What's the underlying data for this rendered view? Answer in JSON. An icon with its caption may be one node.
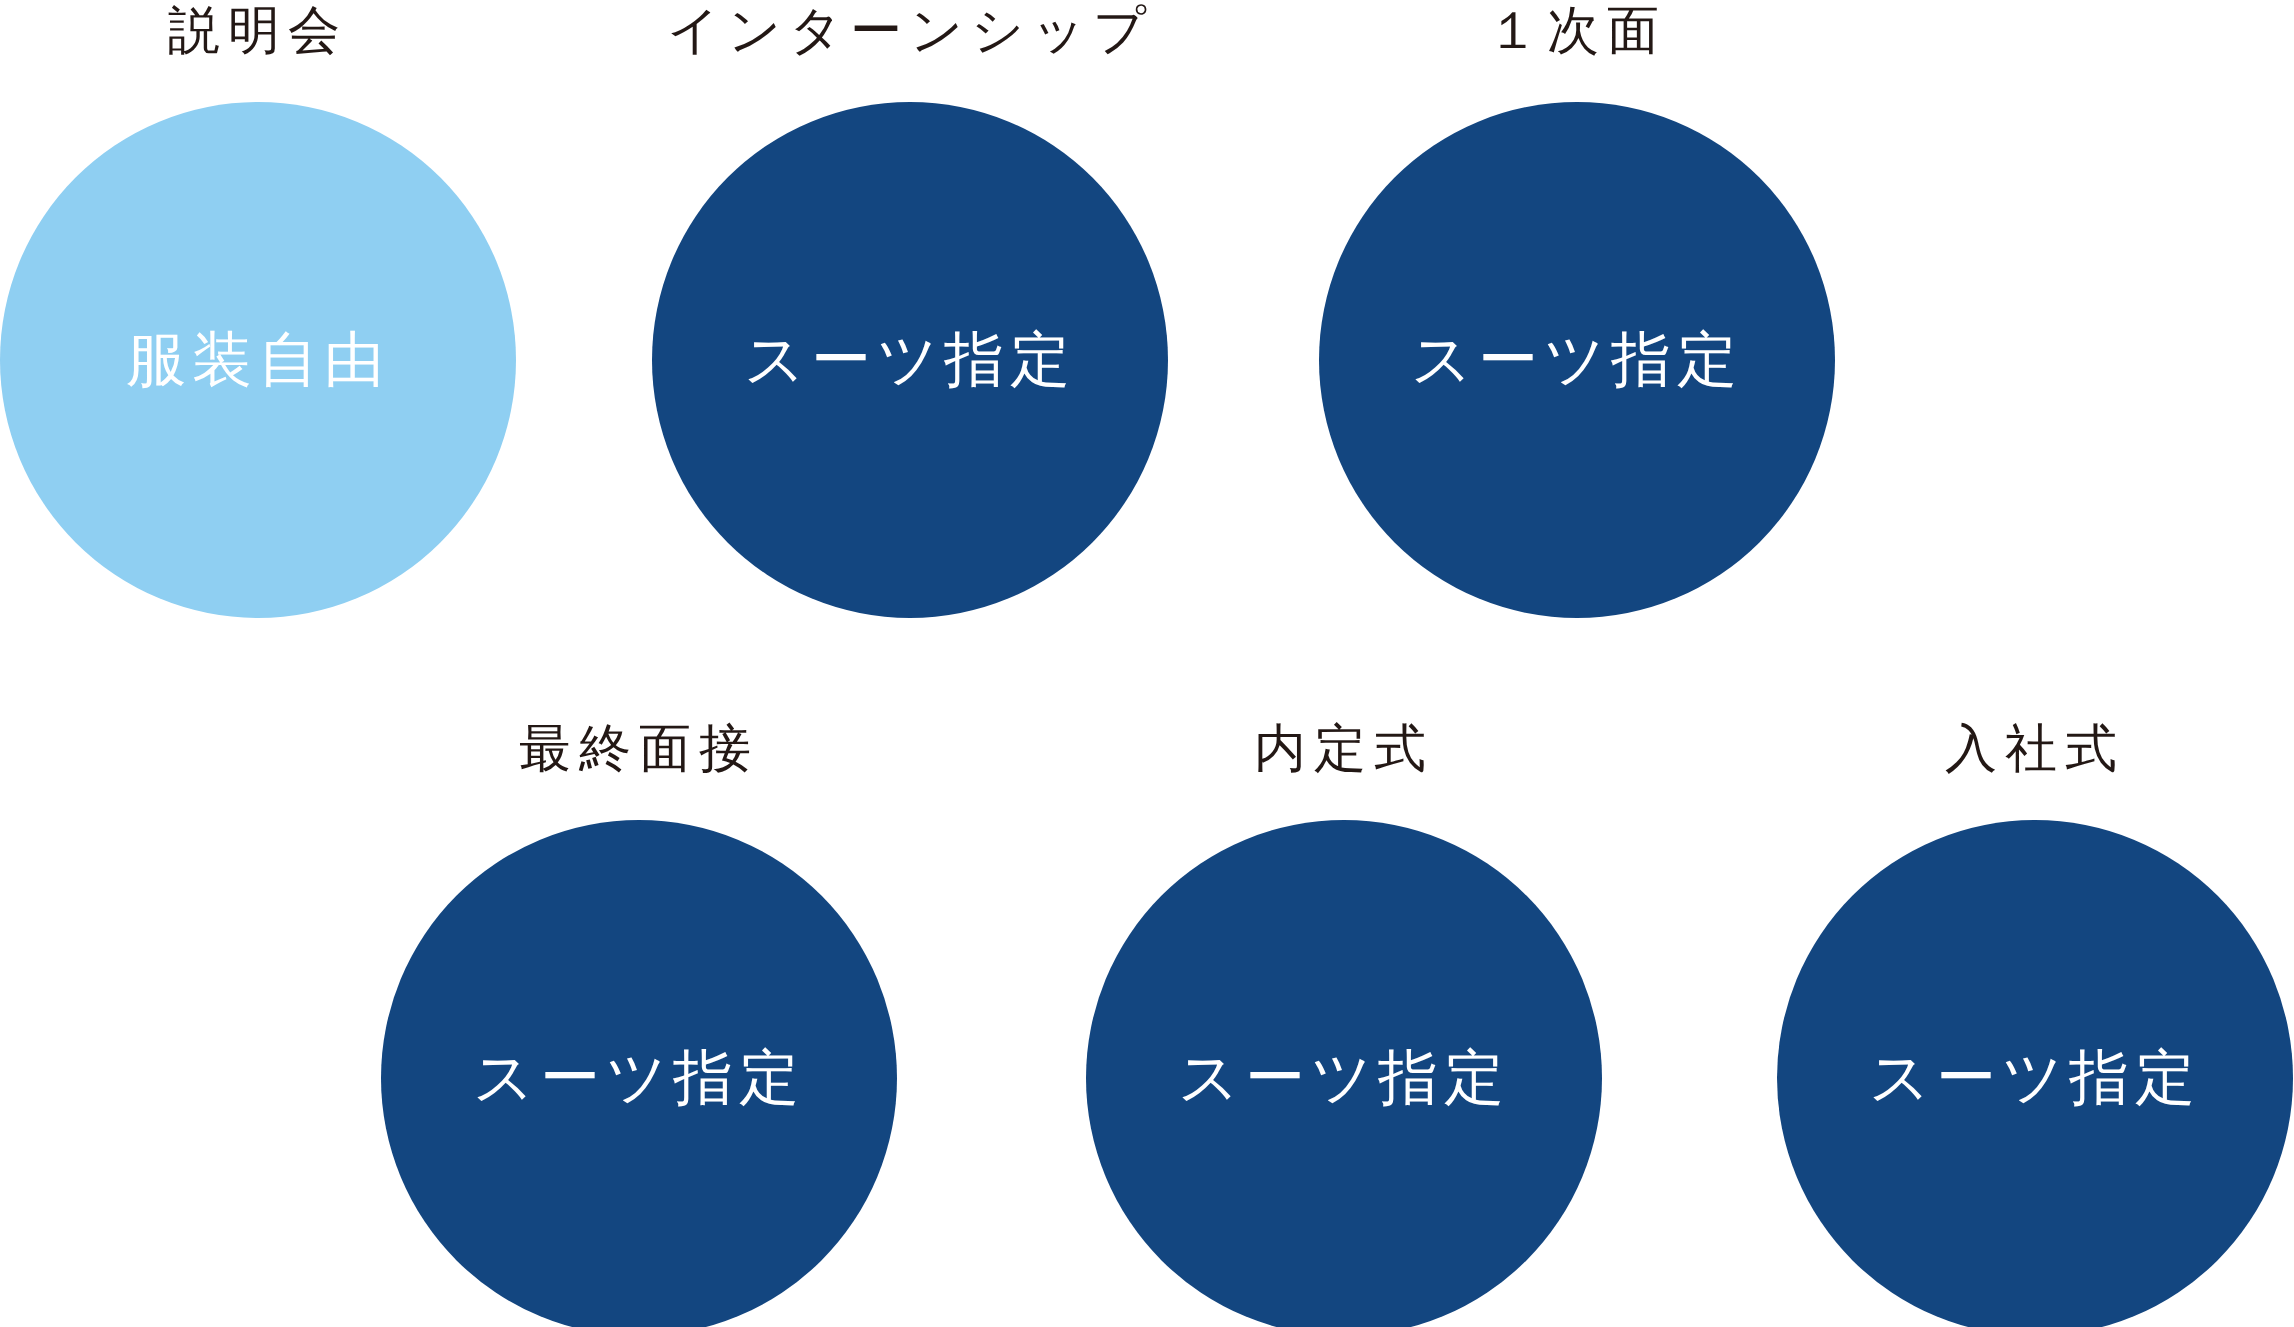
{
  "diagram": {
    "nodes": [
      {
        "text": [
          "説明会",
          "服装自由"
        ]
      },
      {
        "text": [
          "インターンシップ",
          "スーツ指定"
        ]
      },
      {
        "text": [
          "１次面",
          "スーツ指定"
        ]
      },
      {
        "text": [
          "最終面接",
          "スーツ指定"
        ]
      },
      {
        "text": [
          "内定式",
          "スーツ指定"
        ]
      },
      {
        "text": [
          "入社式",
          "スーツ指定"
        ]
      }
    ]
  }
}
